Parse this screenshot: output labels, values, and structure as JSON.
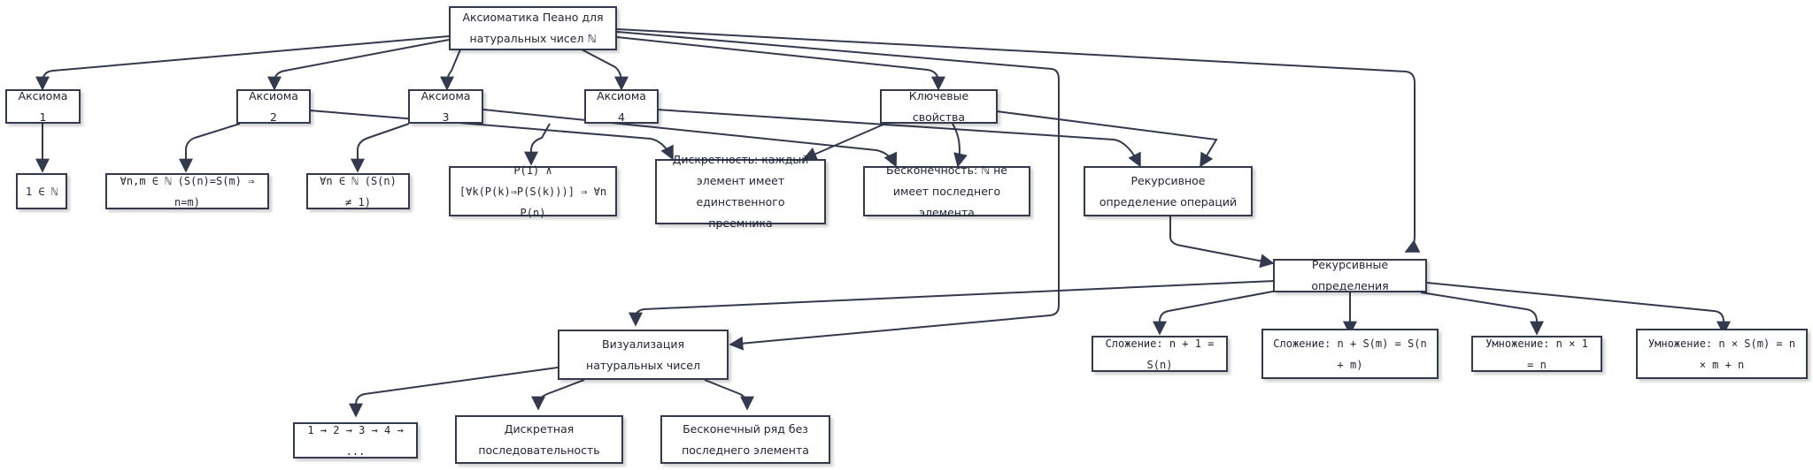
{
  "diagram": {
    "nodes": {
      "root": "Аксиоматика Пеано для натуральных чисел ℕ",
      "ax1": "Аксиома 1",
      "ax2": "Аксиома 2",
      "ax3": "Аксиома 3",
      "ax4": "Аксиома 4",
      "keyprops": "Ключевые свойства",
      "f1": "1 ∈ ℕ",
      "f2": "∀n,m ∈ ℕ (S(n)=S(m) ⇒ n=m)",
      "f3": "∀n ∈ ℕ (S(n) ≠ 1)",
      "f4": "P(1) ∧ [∀k(P(k)⇒P(S(k)))] ⇒ ∀n P(n)",
      "discrete": "Дискретность: каждый элемент имеет единственного преемника",
      "infinite": "Бесконечность: ℕ не имеет последнего элемента",
      "recop": "Рекурсивное определение операций",
      "recdefs": "Рекурсивные определения",
      "visual": "Визуализация натуральных чисел",
      "add1": "Сложение: n + 1 = S(n)",
      "add2": "Сложение: n + S(m) = S(n + m)",
      "mul1": "Умножение: n × 1 = n",
      "mul2": "Умножение: n × S(m) = n × m + n",
      "seq": "1 → 2 → 3 → 4 → ...",
      "dseq": "Дискретная последовательность",
      "iseq": "Бесконечный ряд без последнего элемента"
    },
    "edges": [
      [
        "root",
        "ax1"
      ],
      [
        "root",
        "ax2"
      ],
      [
        "root",
        "ax3"
      ],
      [
        "root",
        "ax4"
      ],
      [
        "root",
        "keyprops"
      ],
      [
        "root",
        "visual"
      ],
      [
        "root",
        "recdefs"
      ],
      [
        "ax1",
        "f1"
      ],
      [
        "ax2",
        "f2"
      ],
      [
        "ax3",
        "f3"
      ],
      [
        "ax4",
        "f4"
      ],
      [
        "ax2",
        "discrete"
      ],
      [
        "ax3",
        "infinite"
      ],
      [
        "ax4",
        "recop"
      ],
      [
        "keyprops",
        "discrete"
      ],
      [
        "keyprops",
        "infinite"
      ],
      [
        "keyprops",
        "recop"
      ],
      [
        "recop",
        "recdefs"
      ],
      [
        "recdefs",
        "visual"
      ],
      [
        "recdefs",
        "add1"
      ],
      [
        "recdefs",
        "add2"
      ],
      [
        "recdefs",
        "mul1"
      ],
      [
        "recdefs",
        "mul2"
      ],
      [
        "visual",
        "seq"
      ],
      [
        "visual",
        "dseq"
      ],
      [
        "visual",
        "iseq"
      ]
    ],
    "colors": {
      "stroke": "#333a4d",
      "fill": "#ffffff",
      "text": "#1f2433"
    }
  }
}
